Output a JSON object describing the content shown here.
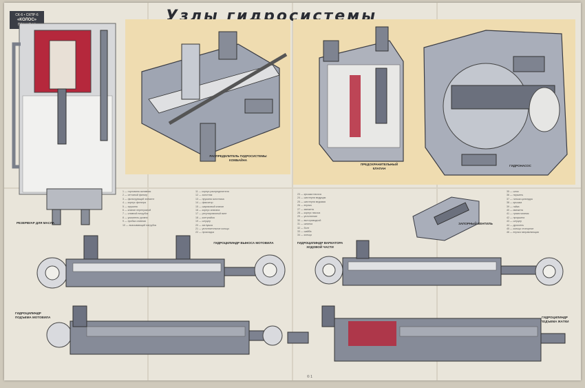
{
  "poster": {
    "title": "Узлы гидросистемы",
    "badge_line1": "СК-6 • СКПР-6",
    "badge_line2": "«КОЛОС»",
    "badge_line3": "ПЛАКАТ 16"
  },
  "captions": {
    "tank": "Резервуар для масла",
    "distributor": "Распределитель гидросистемы комбайна",
    "safety_valve": "Предохранительный клапан",
    "pump": "Гидронасос",
    "shutoff_valve": "Запорный вентиль",
    "cyl_auger": "Гидроцилиндр выноса мотовила",
    "cyl_reel": "Гидроцилиндр подъема мотовила",
    "cyl_variator": "Гидроцилиндр вариатора ходовой части",
    "cyl_header": "Гидроцилиндр подъема жатки"
  },
  "legends": {
    "left": [
      "1 — горловина заливная",
      "2 — сетчатый фильтр",
      "3 — фильтрующий элемент",
      "4 — корпус фильтра",
      "5 — пружина",
      "6 — клапан перепускной",
      "7 — сливной патрубок",
      "8 — указатель уровня",
      "9 — пробка сливная",
      "10 — всасывающий патрубок"
    ],
    "middle": [
      "11 — корпус распределителя",
      "12 — золотник",
      "13 — пружина золотника",
      "14 — фиксатор",
      "15 — шариковый клапан",
      "16 — корпус клапана",
      "17 — регулировочный винт",
      "18 — контргайка",
      "19 — штуцер",
      "20 — заглушка",
      "21 — уплотнительное кольцо",
      "22 — прокладка"
    ],
    "right": [
      "23 — крышка насоса",
      "24 — шестерня ведущая",
      "25 — шестерня ведомая",
      "26 — втулка",
      "27 — манжета",
      "28 — корпус насоса",
      "29 — уплотнение",
      "30 — вал приводной",
      "31 — шпонка",
      "32 — болт",
      "33 — шайба",
      "34 — кольцо"
    ],
    "far_right": [
      "35 — шток",
      "36 — поршень",
      "37 — гильза цилиндра",
      "38 — крышка",
      "39 — гайка",
      "40 — манжета",
      "41 — грязесъемник",
      "42 — проушина",
      "43 — штуцер",
      "44 — дроссель",
      "45 — кольцо стопорное",
      "46 — втулка направляющая"
    ]
  },
  "footer": "© 1"
}
